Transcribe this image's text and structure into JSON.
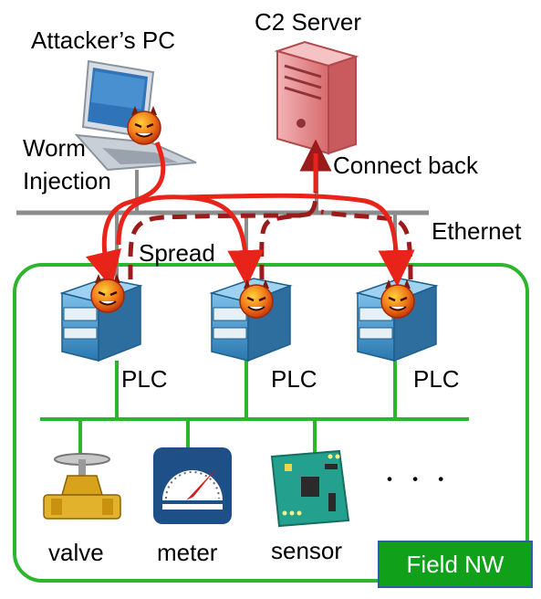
{
  "labels": {
    "attacker_pc": "Attacker’s PC",
    "c2_server": "C2 Server",
    "worm": "Worm",
    "injection": "Injection",
    "connect_back": "Connect back",
    "ethernet": "Ethernet",
    "spread": "Spread",
    "plc_1": "PLC",
    "plc_2": "PLC",
    "plc_3": "PLC",
    "valve": "valve",
    "meter": "meter",
    "sensor": "sensor",
    "ellipsis": "・ ・ ・",
    "field_nw": "Field NW"
  },
  "colors": {
    "ethernet_bus": "#8c8c8c",
    "field_network": "#2db52d",
    "attack_path": "#e8231a",
    "connect_back_path": "#9b1b1b",
    "field_badge": "#11a01a",
    "badge_border": "#2a5fa8",
    "server": "#e8888a",
    "plc": "#3f93c9"
  },
  "icons": [
    "laptop-icon",
    "server-icon",
    "plc-icon",
    "devil-icon",
    "valve-icon",
    "meter-icon",
    "sensor-board-icon"
  ]
}
